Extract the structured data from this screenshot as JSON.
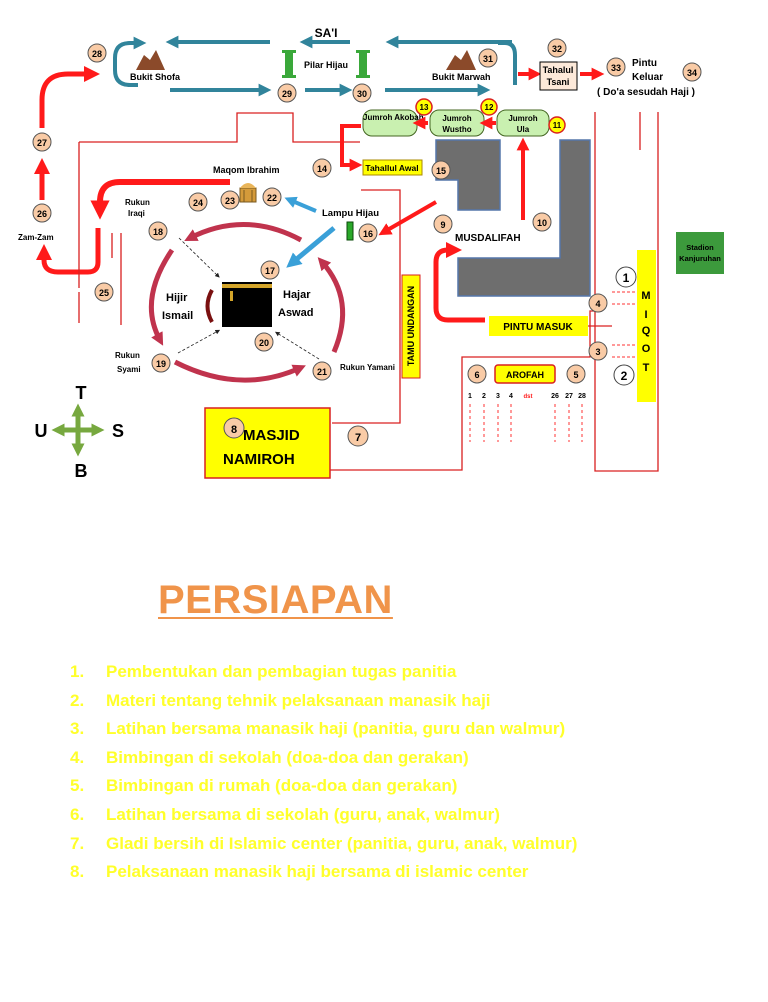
{
  "diagram": {
    "sai_title": "SA'I",
    "bukit_shofa": "Bukit Shofa",
    "pilar_hijau": "Pilar Hijau",
    "bukit_marwah": "Bukit Marwah",
    "tahalul_tsani": [
      "Tahalul",
      "Tsani"
    ],
    "pintu_keluar": [
      "Pintu",
      "Keluar"
    ],
    "doa_sesudah_haji": "( Do'a sesudah Haji )",
    "jumroh_akobah": "Jumroh Akobah",
    "jumroh_wustho": [
      "Jumroh",
      "Wustho"
    ],
    "jumroh_ula": [
      "Jumroh",
      "Ula"
    ],
    "tahallul_awal": "Tahallul Awal",
    "maqom_ibrahim": "Maqom Ibrahim",
    "lampu_hijau": "Lampu Hijau",
    "musdalifah": "MUSDALIFAH",
    "zam_zam": "Zam-Zam",
    "rukun_iraqi": [
      "Rukun",
      "Iraqi"
    ],
    "hijir_ismail": [
      "Hijir",
      "Ismail"
    ],
    "hajar_aswad": [
      "Hajar",
      "Aswad"
    ],
    "rukun_syami": [
      "Rukun",
      "Syami"
    ],
    "rukun_yamani": "Rukun Yamani",
    "tamu_undangan": "TAMU UNDANGAN",
    "masjid_namiroh": [
      "MASJID",
      "NAMIROH"
    ],
    "pintu_masuk": "PINTU MASUK",
    "arofah": "AROFAH",
    "arofah_columns": [
      "1",
      "2",
      "3",
      "4",
      "dst",
      "26",
      "27",
      "28"
    ],
    "miqot": [
      "M",
      "I",
      "Q",
      "O",
      "T"
    ],
    "stadion": [
      "Stadion",
      "Kanjuruhan"
    ],
    "compass": {
      "north": "T",
      "west": "U",
      "east": "S",
      "south": "B"
    },
    "step_numbers": {
      "s1": "1",
      "s2": "2",
      "s3": "3",
      "s4": "4",
      "s5": "5",
      "s6": "6",
      "s7": "7",
      "s8": "8",
      "s9": "9",
      "s10": "10",
      "s11": "11",
      "s12": "12",
      "s13": "13",
      "s14": "14",
      "s15": "15",
      "s16": "16",
      "s17": "17",
      "s18": "18",
      "s19": "19",
      "s20": "20",
      "s21": "21",
      "s22": "22",
      "s23": "23",
      "s24": "24",
      "s25": "25",
      "s26": "26",
      "s27": "27",
      "s28": "28",
      "s29": "29",
      "s30": "30",
      "s31": "31",
      "s32": "32",
      "s33": "33",
      "s34": "34"
    }
  },
  "persiapan": {
    "heading": "PERSIAPAN",
    "items": [
      {
        "num": "1.",
        "text": "Pembentukan dan pembagian tugas panitia"
      },
      {
        "num": "2.",
        "text": "Materi  tentang tehnik pelaksanaan manasik haji"
      },
      {
        "num": "3.",
        "text": "Latihan bersama manasik haji (panitia, guru dan walmur)"
      },
      {
        "num": "4.",
        "text": "Bimbingan di sekolah (doa-doa dan gerakan)"
      },
      {
        "num": "5.",
        "text": "Bimbingan di rumah (doa-doa dan gerakan)"
      },
      {
        "num": "6.",
        "text": "Latihan bersama di sekolah (guru, anak, walmur)"
      },
      {
        "num": "7.",
        "text": "Gladi bersih di Islamic center (panitia, guru, anak, walmur)"
      },
      {
        "num": "8.",
        "text": "Pelaksanaan  manasik haji bersama di islamic center"
      }
    ]
  },
  "colors": {
    "route_red": "#ff1a1a",
    "sai_blue": "#31849b",
    "kaaba_arrow": "#c0334d",
    "pale_green": "#c9f0b0",
    "yellow": "#ffff00",
    "number_circle": "#f9cba6",
    "heading_orange": "#f0944a",
    "list_yellow": "#ffff2a",
    "compass_green": "#77a83f",
    "stadion_green": "#3c9a3c"
  }
}
